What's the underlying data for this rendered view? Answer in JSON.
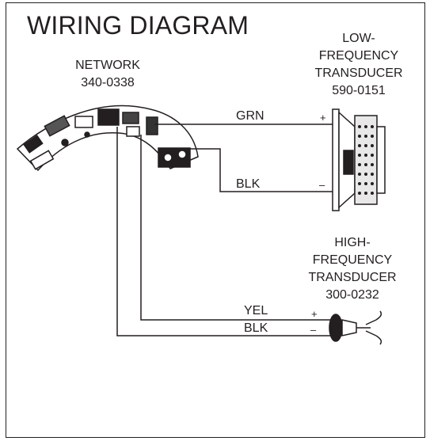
{
  "title": "WIRING DIAGRAM",
  "network": {
    "line1": "NETWORK",
    "line2": "340-0338"
  },
  "low_freq": {
    "line1": "LOW-",
    "line2": "FREQUENCY",
    "line3": "TRANSDUCER",
    "line4": "590-0151"
  },
  "high_freq": {
    "line1": "HIGH-",
    "line2": "FREQUENCY",
    "line3": "TRANSDUCER",
    "line4": "300-0232"
  },
  "wires": {
    "grn": "GRN",
    "blk_low": "BLK",
    "yel": "YEL",
    "blk_high": "BLK"
  },
  "polarity": {
    "plus": "+",
    "minus": "–"
  },
  "colors": {
    "line": "#231f20",
    "background": "#ffffff"
  }
}
